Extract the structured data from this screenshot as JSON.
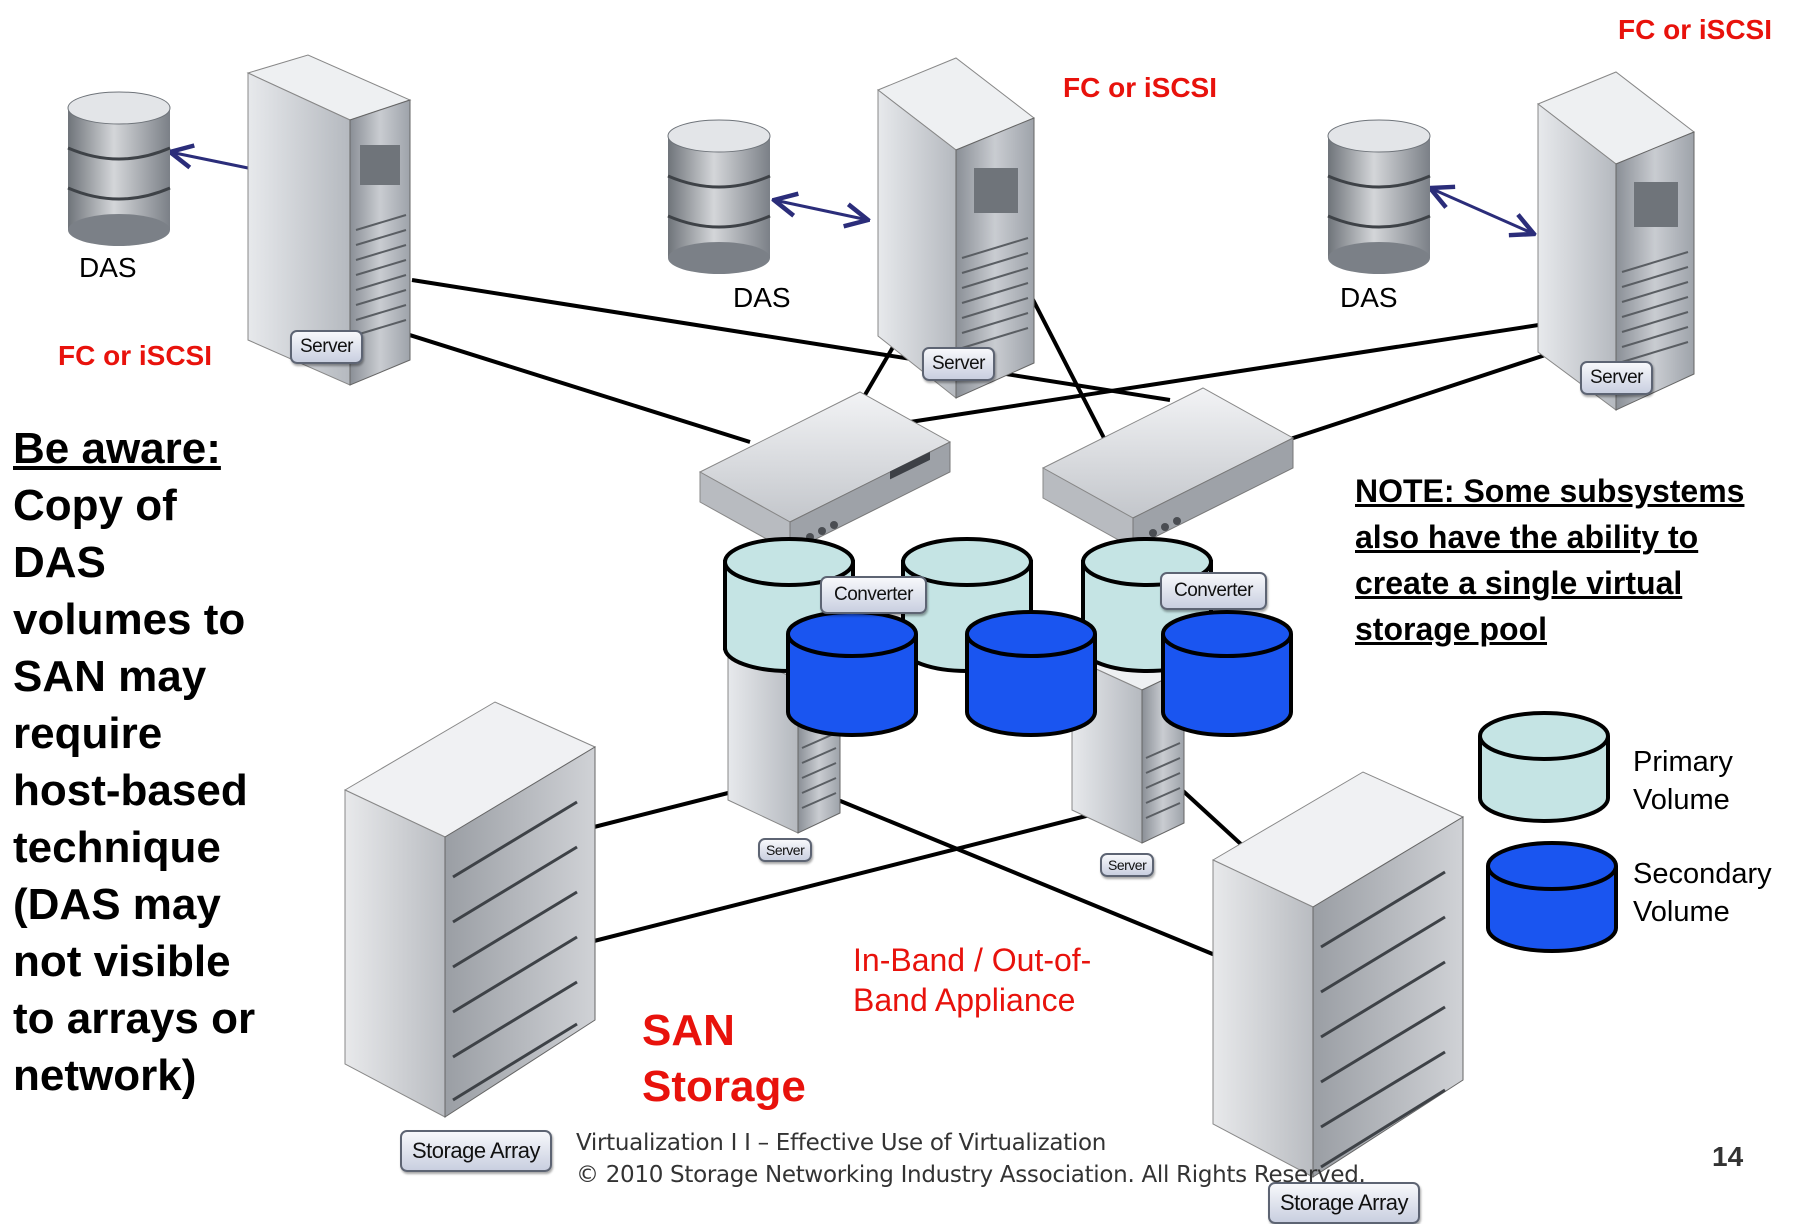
{
  "protocol_labels": {
    "top_right": "FC or iSCSI",
    "top_center": "FC or iSCSI",
    "left": "FC or iSCSI"
  },
  "das_labels": {
    "left": "DAS",
    "center": "DAS",
    "right": "DAS"
  },
  "server_labels": {
    "left": "Server",
    "center": "Server",
    "right": "Server",
    "appliance_left": "Server",
    "appliance_right": "Server"
  },
  "converter_labels": {
    "left": "Converter",
    "right": "Converter"
  },
  "storage_array_labels": {
    "left": "Storage Array",
    "right": "Storage Array"
  },
  "left_note": {
    "heading": "Be aware:",
    "lines": [
      "Copy of",
      "DAS",
      "volumes to",
      "SAN may",
      "require",
      "host-based",
      "technique",
      "(DAS may",
      "not visible",
      "to arrays or",
      "network)"
    ]
  },
  "right_note": {
    "lines": [
      "NOTE: Some subsystems",
      "also have the ability to",
      "create a single virtual",
      "storage pool"
    ]
  },
  "legend": {
    "primary": [
      "Primary",
      "Volume"
    ],
    "secondary": [
      "Secondary",
      "Volume"
    ]
  },
  "san_storage": [
    "SAN",
    "Storage"
  ],
  "appliance": [
    "In-Band / Out-of-",
    "Band Appliance"
  ],
  "footer": {
    "line1": "Virtualization I I – Effective Use of Virtualization",
    "line2": "© 2010 Storage Networking Industry Association. All Rights Reserved."
  },
  "page_number": "14",
  "colors": {
    "red_text": "#e8120c",
    "primary_volume": "#c5e4e4",
    "secondary_volume": "#1a55f0",
    "das_arrow": "#2b2d7a"
  }
}
